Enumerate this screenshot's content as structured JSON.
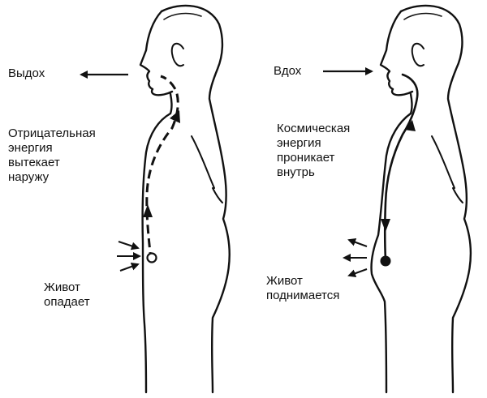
{
  "left": {
    "action": "Выдох",
    "energy": [
      "Отрицательная",
      "энергия",
      "вытекает",
      "наружу"
    ],
    "belly": [
      "Живот",
      "опадает"
    ]
  },
  "right": {
    "action": "Вдох",
    "energy": [
      "Космическая",
      "энергия",
      "проникает",
      "внутрь"
    ],
    "belly": [
      "Живот",
      "поднимается"
    ]
  },
  "colors": {
    "ink": "#111111",
    "background": "#ffffff"
  }
}
